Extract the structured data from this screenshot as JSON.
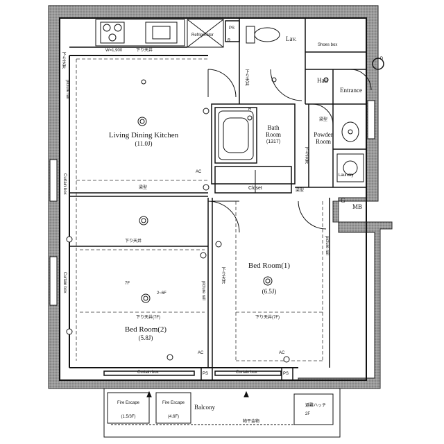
{
  "rooms": {
    "ldk": {
      "name": "Living Dining Kitchen",
      "area": "(11.0J)"
    },
    "bed1": {
      "name": "Bed Room(1)",
      "area": "(6.5J)"
    },
    "bed2": {
      "name": "Bed Room(2)",
      "area": "(5.8J)"
    },
    "bath": {
      "name_line1": "Bath",
      "name_line2": "Room",
      "size": "(1317)"
    },
    "powder": {
      "name_line1": "Powder",
      "name_line2": "Room"
    },
    "lav": "Lav.",
    "hall": "Hall",
    "entrance": "Entrance",
    "shoes_box": "Shoes box",
    "mb": "MB",
    "balcony": "Balcony",
    "closet": "Closet",
    "laundry": "Laundry",
    "refrigerator": "Refrigerator"
  },
  "annotations": {
    "curtain_box": "Curtain box",
    "sagari_tenjo": "下り天井",
    "sagari_tenjo_7f": "下り天井(7F)",
    "w1900": "W=1,900",
    "mono_hoshi": "物干金物",
    "bokei": "梁型",
    "fire_escape": "Fire Escape",
    "fire_escape_1": "(1.5/3F)",
    "fire_escape_2": "(4.6F)",
    "ps": "PS",
    "ac": "AC",
    "g": "G",
    "d": "D",
    "r": "R",
    "f7": "7F",
    "f2_6": "2~6F",
    "f2f": "2F",
    "picture_rail": "picture rail",
    "hinan": "避難ハッチ"
  }
}
